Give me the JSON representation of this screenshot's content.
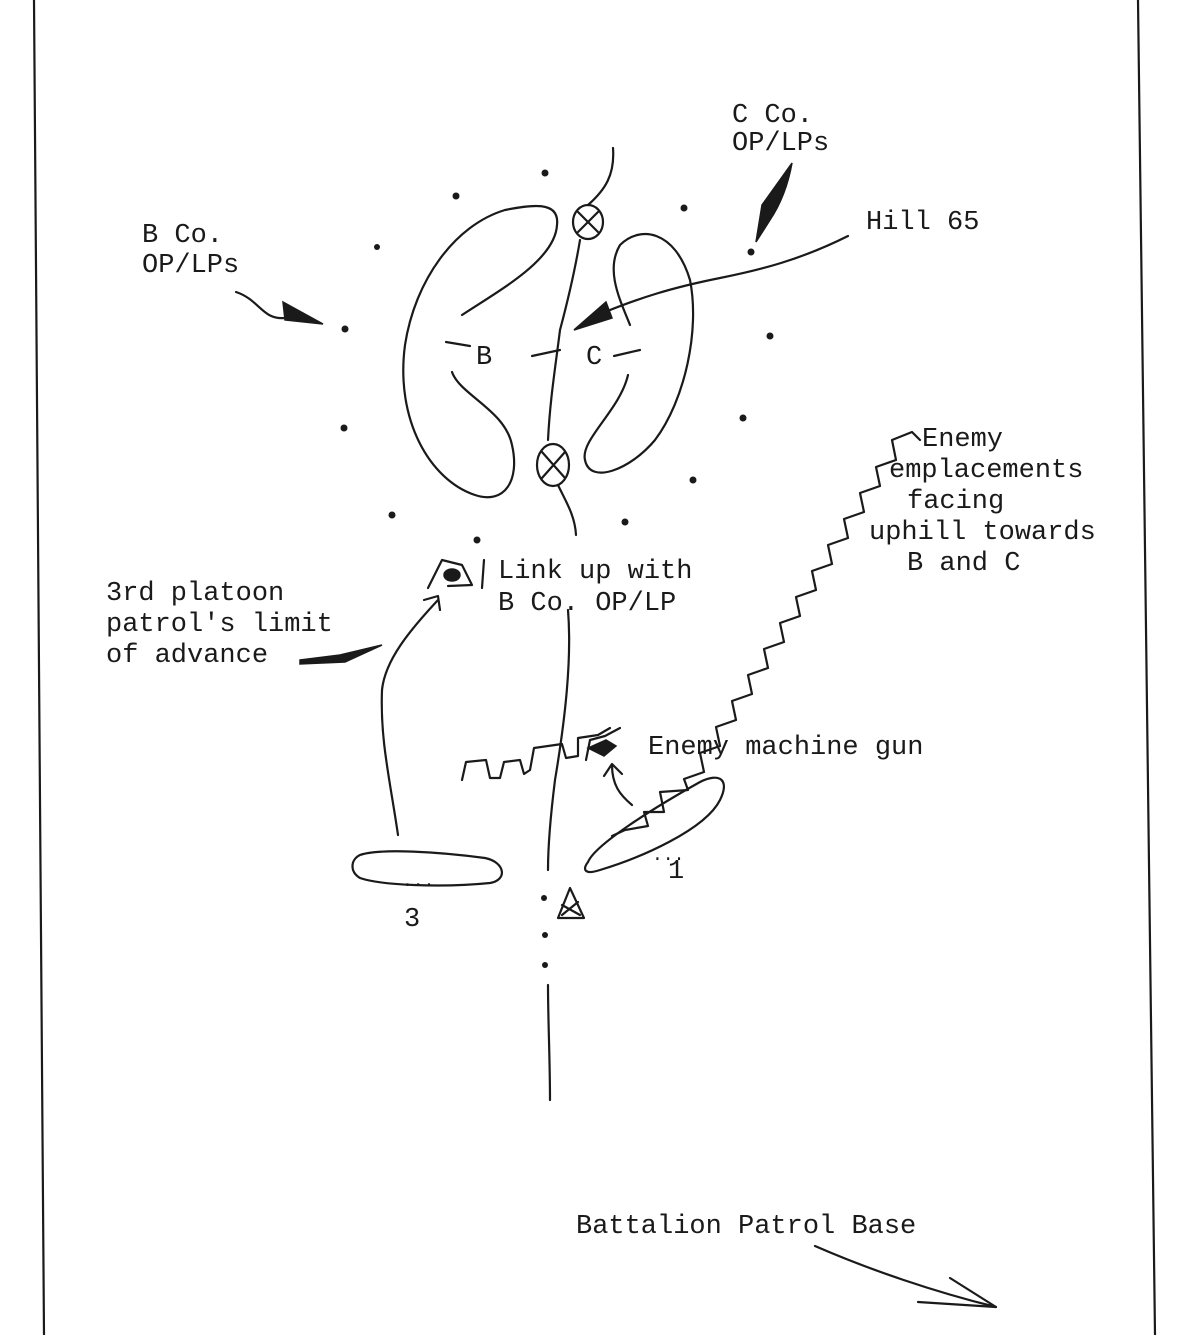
{
  "labels": {
    "c_co_line1": "C Co.",
    "c_co_line2": "OP/LPs",
    "b_co_line1": "B Co.",
    "b_co_line2": "OP/LPs",
    "hill": "Hill 65",
    "hill_b": "B",
    "hill_c": "C",
    "enemy_emplacements": [
      "Enemy",
      "emplacements",
      "facing",
      "uphill towards",
      "B and C"
    ],
    "link_up": [
      "Link up with",
      "B Co. OP/LP"
    ],
    "limit_of_advance": [
      "3rd platoon",
      "patrol's limit",
      "of advance"
    ],
    "machine_gun": "Enemy machine gun",
    "platoon_1": "1",
    "platoon_3": "3",
    "patrol_base": "Battalion Patrol Base"
  },
  "colors": {
    "ink": "#1a1a1a",
    "paper": "#ffffff"
  }
}
